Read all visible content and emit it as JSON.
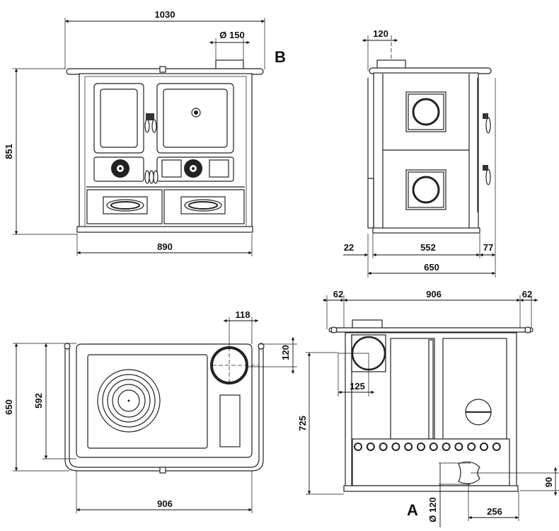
{
  "views": {
    "front": {
      "label_width_top": "1030",
      "label_flue_diameter": "Ø 150",
      "label_height": "851",
      "label_width_base": "890",
      "view_marker": "B"
    },
    "side": {
      "label_flue_offset": "120",
      "label_left_overhang": "22",
      "label_body_depth": "552",
      "label_right_overhang": "77",
      "label_total_depth": "650"
    },
    "top": {
      "label_depth_total": "650",
      "label_depth_inner": "592",
      "label_flue_x": "118",
      "label_flue_y": "120",
      "label_width": "906"
    },
    "rear": {
      "label_left_overhang": "62",
      "label_width": "906",
      "label_right_overhang": "62",
      "label_flue_offset_x": "125",
      "label_flue_height": "725",
      "label_air_inlet_diameter": "Ø 120",
      "label_air_inlet_height": "90",
      "label_air_inlet_offset": "256",
      "view_marker": "A"
    }
  }
}
